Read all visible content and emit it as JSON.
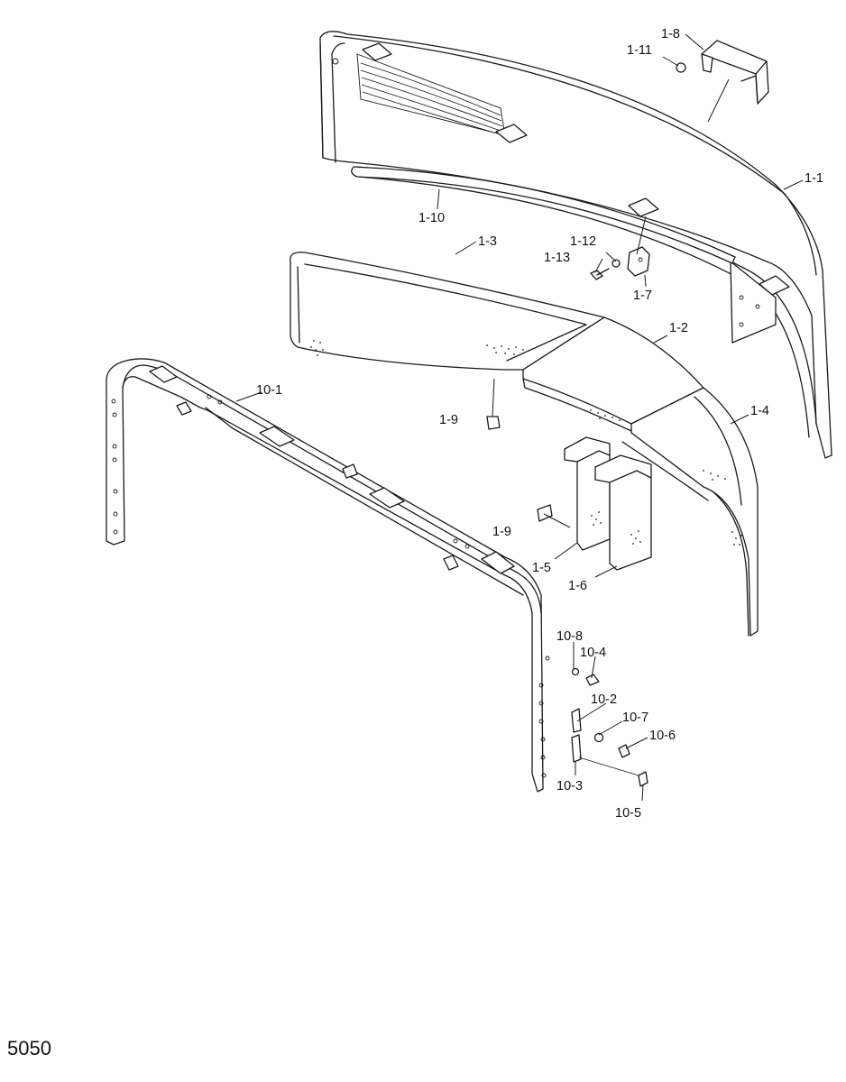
{
  "diagram_number": "5050",
  "parts": [
    {
      "id": "p_1_1",
      "label": "1-1"
    },
    {
      "id": "p_1_2",
      "label": "1-2"
    },
    {
      "id": "p_1_3",
      "label": "1-3"
    },
    {
      "id": "p_1_4",
      "label": "1-4"
    },
    {
      "id": "p_1_5",
      "label": "1-5"
    },
    {
      "id": "p_1_6",
      "label": "1-6"
    },
    {
      "id": "p_1_7",
      "label": "1-7"
    },
    {
      "id": "p_1_8",
      "label": "1-8"
    },
    {
      "id": "p_1_9a",
      "label": "1-9"
    },
    {
      "id": "p_1_9b",
      "label": "1-9"
    },
    {
      "id": "p_1_10",
      "label": "1-10"
    },
    {
      "id": "p_1_11",
      "label": "1-11"
    },
    {
      "id": "p_1_12",
      "label": "1-12"
    },
    {
      "id": "p_1_13",
      "label": "1-13"
    },
    {
      "id": "p_10_1",
      "label": "10-1"
    },
    {
      "id": "p_10_2",
      "label": "10-2"
    },
    {
      "id": "p_10_3",
      "label": "10-3"
    },
    {
      "id": "p_10_4",
      "label": "10-4"
    },
    {
      "id": "p_10_5",
      "label": "10-5"
    },
    {
      "id": "p_10_6",
      "label": "10-6"
    },
    {
      "id": "p_10_7",
      "label": "10-7"
    },
    {
      "id": "p_10_8",
      "label": "10-8"
    }
  ]
}
